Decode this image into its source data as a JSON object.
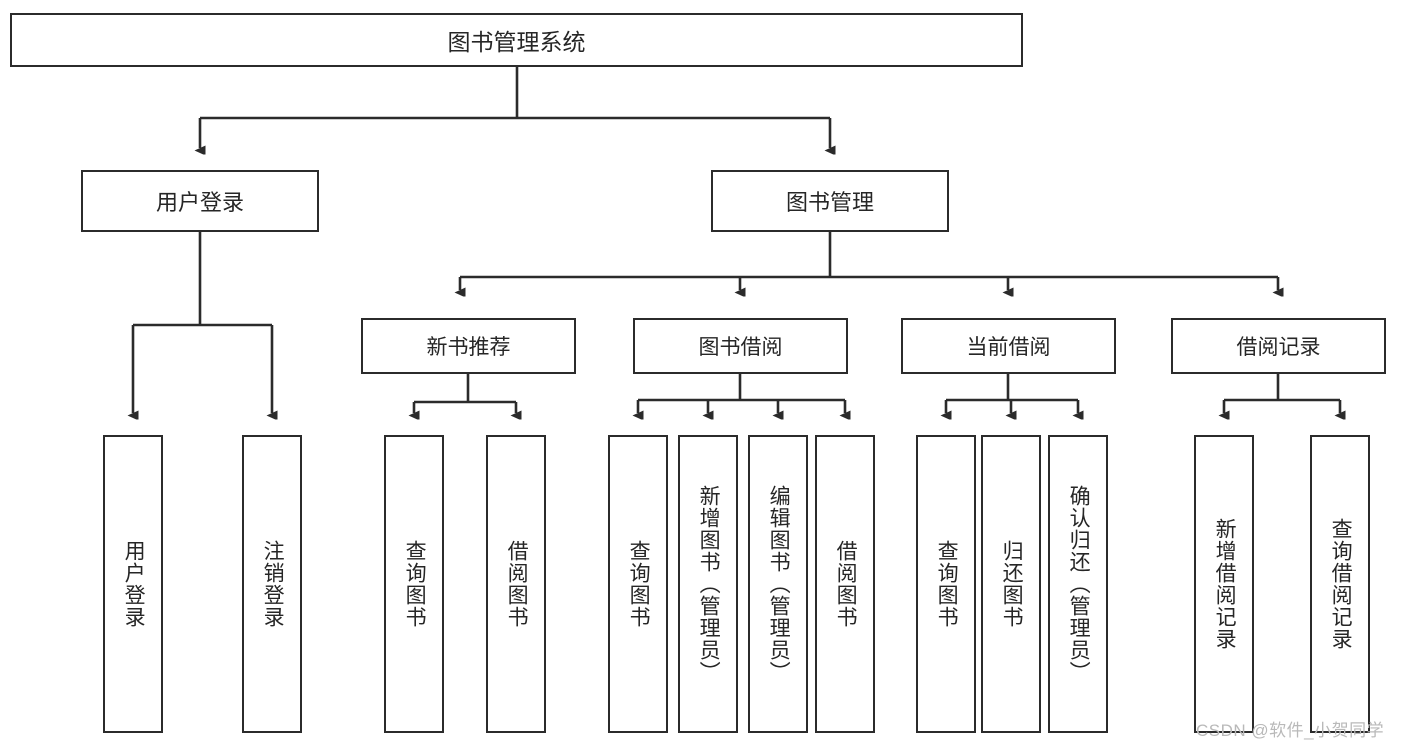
{
  "diagram": {
    "title": "图书管理系统",
    "type": "tree-hierarchy",
    "orientation": "top-down",
    "colors": {
      "box_border": "#2b2b2b",
      "box_fill": "#ffffff",
      "text": "#262626",
      "edge": "#2b2b2b",
      "watermark": "#b9b9b9",
      "background": "#ffffff"
    }
  },
  "nodes": {
    "root": {
      "label": "图书管理系统"
    },
    "level1": [
      {
        "id": "user-login",
        "label": "用户登录"
      },
      {
        "id": "book-manage",
        "label": "图书管理"
      }
    ],
    "level2": [
      {
        "id": "new-book-recommend",
        "label": "新书推荐"
      },
      {
        "id": "book-borrow",
        "label": "图书借阅"
      },
      {
        "id": "current-borrow",
        "label": "当前借阅"
      },
      {
        "id": "borrow-record",
        "label": "借阅记录"
      }
    ],
    "leaves": [
      {
        "id": "leaf-user-login",
        "label": "用户登录",
        "parent": "user-login"
      },
      {
        "id": "leaf-logout",
        "label": "注销登录",
        "parent": "user-login"
      },
      {
        "id": "leaf-query-book-1",
        "label": "查询图书",
        "parent": "new-book-recommend"
      },
      {
        "id": "leaf-borrow-book-1",
        "label": "借阅图书",
        "parent": "new-book-recommend"
      },
      {
        "id": "leaf-query-book-2",
        "label": "查询图书",
        "parent": "book-borrow"
      },
      {
        "id": "leaf-add-book",
        "label": "新增图书（管理员）",
        "parent": "book-borrow"
      },
      {
        "id": "leaf-edit-book",
        "label": "编辑图书（管理员）",
        "parent": "book-borrow"
      },
      {
        "id": "leaf-borrow-book-2",
        "label": "借阅图书",
        "parent": "book-borrow"
      },
      {
        "id": "leaf-query-book-3",
        "label": "查询图书",
        "parent": "current-borrow"
      },
      {
        "id": "leaf-return-book",
        "label": "归还图书",
        "parent": "current-borrow"
      },
      {
        "id": "leaf-confirm-return",
        "label": "确认归还（管理员）",
        "parent": "current-borrow"
      },
      {
        "id": "leaf-add-record",
        "label": "新增借阅记录",
        "parent": "borrow-record"
      },
      {
        "id": "leaf-query-record",
        "label": "查询借阅记录",
        "parent": "borrow-record"
      }
    ]
  },
  "watermark": {
    "text": "CSDN @软件_小贺同学"
  }
}
